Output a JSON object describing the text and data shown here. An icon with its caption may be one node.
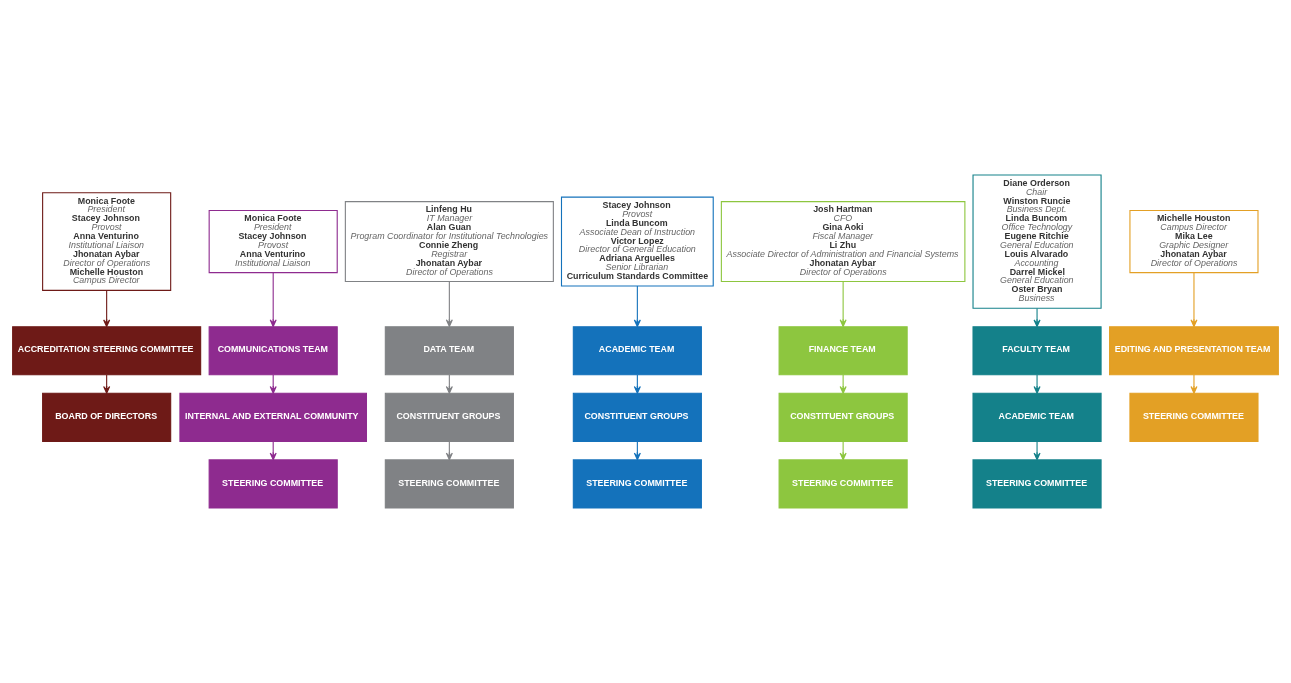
{
  "diagram": {
    "nodes": [
      {
        "text": [
          "Monica Foote",
          "President",
          "Stacey Johnson",
          "Provost",
          "Anna Venturino",
          "Institutional Liaison",
          "Jhonatan Aybar",
          "Director of Operations",
          "Michelle Houston",
          "Campus Director"
        ]
      },
      {
        "text": [
          "Monica Foote",
          "President",
          "Stacey Johnson",
          "Provost",
          "Anna Venturino",
          "Institutional Liaison"
        ]
      },
      {
        "text": [
          "Linfeng Hu",
          "IT Manager",
          "Alan Guan",
          "Program Coordinator for Institutional Technologies",
          "Connie Zheng",
          "Registrar",
          "Jhonatan Aybar",
          "Director of Operations"
        ]
      },
      {
        "text": [
          "Stacey Johnson",
          "Provost",
          "Linda Buncom",
          "Associate Dean of Instruction",
          "Victor Lopez",
          "Director of General Education",
          "Adriana Arguelles",
          "Senior Librarian",
          "Curriculum Standards Committee"
        ]
      },
      {
        "text": [
          "Josh Hartman",
          "CFO",
          "Gina Aoki",
          "Fiscal Manager",
          "Li Zhu",
          "Associate Director of Administration and Financial Systems",
          "Jhonatan Aybar",
          "Director of Operations"
        ]
      },
      {
        "text": [
          "Diane Orderson",
          "Chair",
          "Winston Runcie",
          "Business Dept.",
          "Linda Buncom",
          "Office Technology",
          "Eugene Ritchie",
          "General Education",
          "Louis Alvarado",
          "Accounting",
          "Darrel Mickel",
          "General Education",
          "Oster Bryan",
          "Business"
        ]
      },
      {
        "text": [
          "Michelle Houston",
          "Campus Director",
          "Mika Lee",
          "Graphic Designer",
          "Jhonatan Aybar",
          "Director of Operations"
        ]
      },
      {
        "text": [
          "ACCREDITATION STEERING COMMITTEE"
        ]
      },
      {
        "text": [
          "COMMUNICATIONS TEAM"
        ]
      },
      {
        "text": [
          "DATA TEAM"
        ]
      },
      {
        "text": [
          "ACADEMIC TEAM"
        ]
      },
      {
        "text": [
          "FINANCE TEAM"
        ]
      },
      {
        "text": [
          "FACULTY TEAM"
        ]
      },
      {
        "text": [
          "EDITING AND PRESENTATION TEAM"
        ]
      },
      {
        "text": [
          "BOARD OF DIRECTORS"
        ]
      },
      {
        "text": [
          "INTERNAL AND EXTERNAL COMMUNITY"
        ]
      },
      {
        "text": [
          "CONSTITUENT GROUPS"
        ]
      },
      {
        "text": [
          "CONSTITUENT GROUPS"
        ]
      },
      {
        "text": [
          "CONSTITUENT GROUPS"
        ]
      },
      {
        "text": [
          "ACADEMIC TEAM"
        ]
      },
      {
        "text": [
          "STEERING COMMITTEE"
        ]
      },
      {
        "text": [
          "STEERING COMMITTEE"
        ]
      },
      {
        "text": [
          "STEERING COMMITTEE"
        ]
      },
      {
        "text": [
          "STEERING COMMITTEE"
        ]
      },
      {
        "text": [
          "STEERING COMMITTEE"
        ]
      },
      {
        "text": [
          "STEERING COMMITTEE"
        ]
      }
    ],
    "edges": [
      {
        "from": 0,
        "to": 7,
        "arrow": "to",
        "color": "#6e1a17"
      },
      {
        "from": 1,
        "to": 8,
        "arrow": "to",
        "color": "#8e2b8f"
      },
      {
        "from": 2,
        "to": 9,
        "arrow": "to",
        "color": "#808285"
      },
      {
        "from": 3,
        "to": 10,
        "arrow": "to",
        "color": "#1472bb"
      },
      {
        "from": 4,
        "to": 11,
        "arrow": "to",
        "color": "#8dc63f"
      },
      {
        "from": 5,
        "to": 12,
        "arrow": "to",
        "color": "#14818a"
      },
      {
        "from": 6,
        "to": 13,
        "arrow": "to",
        "color": "#e3a025"
      },
      {
        "from": 7,
        "to": 14,
        "arrow": "to",
        "color": "#6e1a17"
      },
      {
        "from": 8,
        "to": 15,
        "arrow": "to",
        "color": "#8e2b8f"
      },
      {
        "from": 9,
        "to": 16,
        "arrow": "to",
        "color": "#808285"
      },
      {
        "from": 10,
        "to": 17,
        "arrow": "to",
        "color": "#1472bb"
      },
      {
        "from": 11,
        "to": 18,
        "arrow": "to",
        "color": "#8dc63f"
      },
      {
        "from": 12,
        "to": 19,
        "arrow": "to",
        "color": "#14818a"
      },
      {
        "from": 13,
        "to": 20,
        "arrow": "to",
        "color": "#e3a025"
      },
      {
        "from": 15,
        "to": 21,
        "arrow": "to",
        "color": "#8e2b8f"
      },
      {
        "from": 16,
        "to": 22,
        "arrow": "to",
        "color": "#808285"
      },
      {
        "from": 17,
        "to": 23,
        "arrow": "to",
        "color": "#1472bb"
      },
      {
        "from": 18,
        "to": 24,
        "arrow": "to",
        "color": "#8dc63f"
      },
      {
        "from": 19,
        "to": 25,
        "arrow": "to",
        "color": "#14818a"
      }
    ]
  }
}
